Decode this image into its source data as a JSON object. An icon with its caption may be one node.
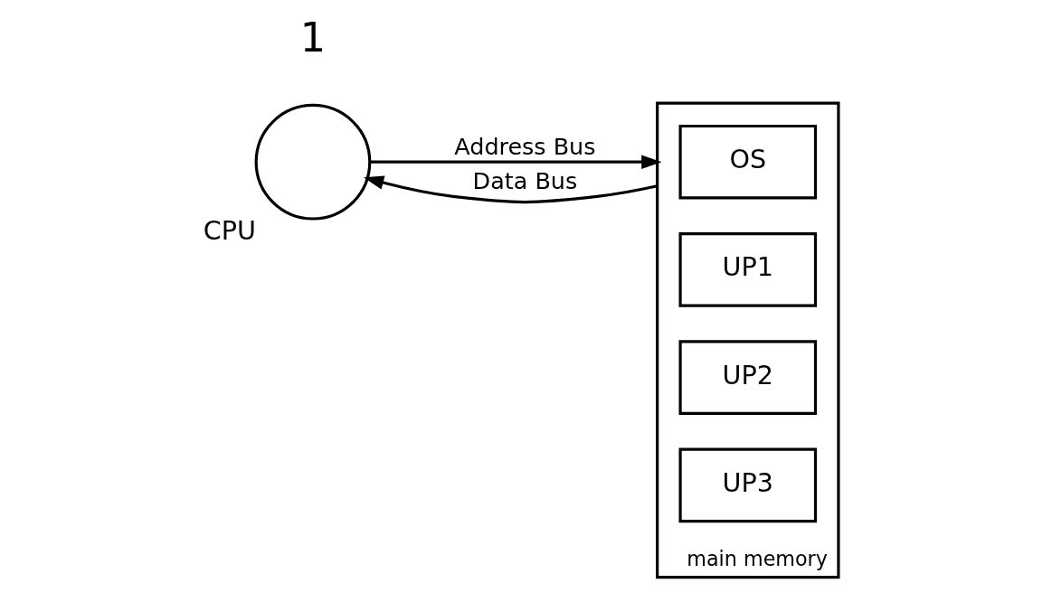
{
  "diagram": {
    "nodes": [
      {
        "text": [
          "CPU"
        ]
      },
      {
        "text": [
          "main memory"
        ]
      },
      {
        "text": [
          "OS"
        ],
        "in": 1
      },
      {
        "text": [
          "UP1"
        ],
        "in": 1
      },
      {
        "text": [
          "UP2"
        ],
        "in": 1
      },
      {
        "text": [
          "UP3"
        ],
        "in": 1
      }
    ],
    "edges": [
      {
        "from": 0,
        "to": 1,
        "arrow": "to",
        "label": "Address Bus"
      },
      {
        "from": 1,
        "to": 0,
        "arrow": "to",
        "label": "Data Bus"
      }
    ],
    "labels": [
      "1"
    ]
  }
}
